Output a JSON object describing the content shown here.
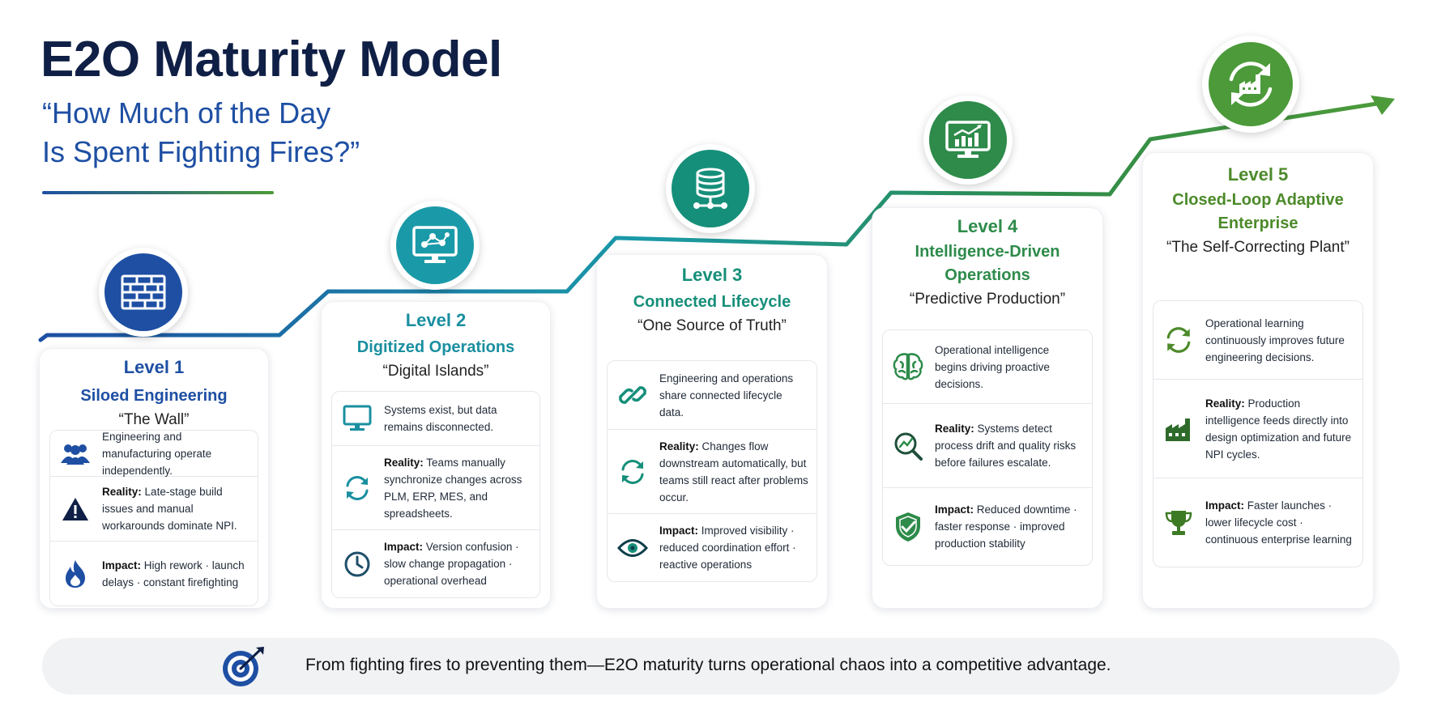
{
  "header": {
    "title": "E2O Maturity Model",
    "subtitle_line1": "“How Much of the Day",
    "subtitle_line2": "Is Spent Fighting Fires?”"
  },
  "colors": {
    "navy": "#0f1f45",
    "blue": "#1e4fa3",
    "teal": "#1a9aa8",
    "green_teal": "#168f7a",
    "green": "#2e8b4a",
    "lime_green": "#4c9a3a"
  },
  "levels": [
    {
      "level": "Level 1",
      "name_line1": "Siloed Engineering",
      "name_line2": "",
      "tagline": "“The Wall”",
      "badge_icon": "brick-wall-icon",
      "items": [
        {
          "icon": "people-icon",
          "label": "",
          "text": "Engineering and manufacturing operate independently."
        },
        {
          "icon": "warning-icon",
          "label": "Reality:",
          "text": "Late-stage build issues and manual workarounds dominate NPI."
        },
        {
          "icon": "fire-icon",
          "label": "Impact:",
          "text": "High rework · launch delays · constant firefighting"
        }
      ]
    },
    {
      "level": "Level 2",
      "name_line1": "Digitized Operations",
      "name_line2": "",
      "tagline": "“Digital Islands”",
      "badge_icon": "monitor-network-icon",
      "items": [
        {
          "icon": "monitor-icon",
          "label": "",
          "text": "Systems exist, but data remains disconnected."
        },
        {
          "icon": "sync-icon",
          "label": "Reality:",
          "text": "Teams manually synchronize changes across PLM, ERP, MES, and spreadsheets."
        },
        {
          "icon": "clock-icon",
          "label": "Impact:",
          "text": "Version confusion · slow change propagation · operational overhead"
        }
      ]
    },
    {
      "level": "Level 3",
      "name_line1": "Connected Lifecycle",
      "name_line2": "",
      "tagline": "“One Source of Truth”",
      "badge_icon": "database-icon",
      "items": [
        {
          "icon": "link-icon",
          "label": "",
          "text": "Engineering and operations share connected lifecycle data."
        },
        {
          "icon": "sync-icon",
          "label": "Reality:",
          "text": "Changes flow downstream automatically, but teams still react after problems occur."
        },
        {
          "icon": "eye-icon",
          "label": "Impact:",
          "text": "Improved visibility · reduced coordination effort · reactive operations"
        }
      ]
    },
    {
      "level": "Level 4",
      "name_line1": "Intelligence-Driven",
      "name_line2": "Operations",
      "tagline": "“Predictive Production”",
      "badge_icon": "analytics-monitor-icon",
      "items": [
        {
          "icon": "brain-icon",
          "label": "",
          "text": "Operational intelligence begins driving proactive decisions."
        },
        {
          "icon": "magnifier-trend-icon",
          "label": "Reality:",
          "text": "Systems detect process drift and quality risks before failures escalate."
        },
        {
          "icon": "shield-check-icon",
          "label": "Impact:",
          "text": "Reduced downtime · faster response · improved production stability"
        }
      ]
    },
    {
      "level": "Level 5",
      "name_line1": "Closed-Loop Adaptive",
      "name_line2": "Enterprise",
      "tagline": "“The Self-Correcting Plant”",
      "badge_icon": "factory-cycle-icon",
      "items": [
        {
          "icon": "cycle-icon",
          "label": "",
          "text": "Operational learning continuously improves future engineering decisions."
        },
        {
          "icon": "factory-icon",
          "label": "Reality:",
          "text": "Production intelligence feeds directly into design optimization and future NPI cycles."
        },
        {
          "icon": "trophy-icon",
          "label": "Impact:",
          "text": "Faster launches · lower lifecycle cost · continuous enterprise learning"
        }
      ]
    }
  ],
  "footer": {
    "icon": "target-icon",
    "text": "From fighting fires to preventing them—E2O maturity turns operational chaos into a competitive advantage."
  }
}
